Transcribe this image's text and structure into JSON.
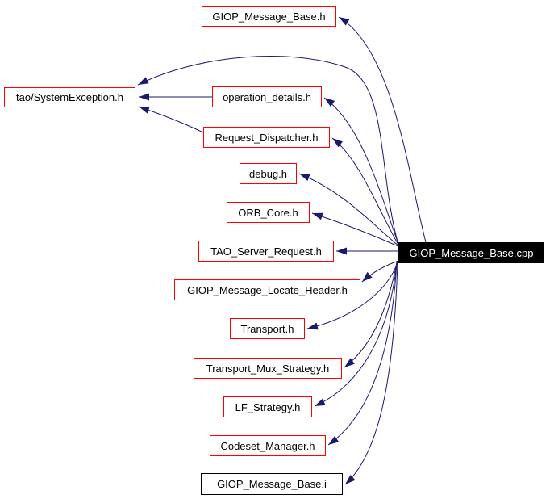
{
  "diagram": {
    "kind": "include-dependency-graph",
    "colors": {
      "background": "#ffffff",
      "edge": "#191970",
      "header_node_border": "#ff0000",
      "plain_node_border": "#000000",
      "main_node_background": "#000000",
      "main_node_text": "#ffffff",
      "node_background": "#ffffff",
      "node_text": "#000000"
    },
    "nodes": [
      {
        "id": "giop_message_base_h",
        "label": "GIOP_Message_Base.h",
        "kind": "red"
      },
      {
        "id": "tao_systemexception_h",
        "label": "tao/SystemException.h",
        "kind": "red"
      },
      {
        "id": "operation_details_h",
        "label": "operation_details.h",
        "kind": "red"
      },
      {
        "id": "request_dispatcher_h",
        "label": "Request_Dispatcher.h",
        "kind": "red"
      },
      {
        "id": "debug_h",
        "label": "debug.h",
        "kind": "red"
      },
      {
        "id": "orb_core_h",
        "label": "ORB_Core.h",
        "kind": "red"
      },
      {
        "id": "tao_server_request_h",
        "label": "TAO_Server_Request.h",
        "kind": "red"
      },
      {
        "id": "giop_message_locate_header_h",
        "label": "GIOP_Message_Locate_Header.h",
        "kind": "red"
      },
      {
        "id": "transport_h",
        "label": "Transport.h",
        "kind": "red"
      },
      {
        "id": "transport_mux_strategy_h",
        "label": "Transport_Mux_Strategy.h",
        "kind": "red"
      },
      {
        "id": "lf_strategy_h",
        "label": "LF_Strategy.h",
        "kind": "red"
      },
      {
        "id": "codeset_manager_h",
        "label": "Codeset_Manager.h",
        "kind": "red"
      },
      {
        "id": "giop_message_base_i",
        "label": "GIOP_Message_Base.i",
        "kind": "black"
      },
      {
        "id": "giop_message_base_cpp",
        "label": "GIOP_Message_Base.cpp",
        "kind": "main"
      }
    ],
    "edges": [
      {
        "from": "giop_message_base_cpp",
        "to": "giop_message_base_h"
      },
      {
        "from": "giop_message_base_cpp",
        "to": "tao_systemexception_h"
      },
      {
        "from": "operation_details_h",
        "to": "tao_systemexception_h"
      },
      {
        "from": "request_dispatcher_h",
        "to": "tao_systemexception_h"
      },
      {
        "from": "giop_message_base_cpp",
        "to": "operation_details_h"
      },
      {
        "from": "giop_message_base_cpp",
        "to": "request_dispatcher_h"
      },
      {
        "from": "giop_message_base_cpp",
        "to": "debug_h"
      },
      {
        "from": "giop_message_base_cpp",
        "to": "orb_core_h"
      },
      {
        "from": "giop_message_base_cpp",
        "to": "tao_server_request_h"
      },
      {
        "from": "giop_message_base_cpp",
        "to": "giop_message_locate_header_h"
      },
      {
        "from": "giop_message_base_cpp",
        "to": "transport_h"
      },
      {
        "from": "giop_message_base_cpp",
        "to": "transport_mux_strategy_h"
      },
      {
        "from": "giop_message_base_cpp",
        "to": "lf_strategy_h"
      },
      {
        "from": "giop_message_base_cpp",
        "to": "codeset_manager_h"
      },
      {
        "from": "giop_message_base_cpp",
        "to": "giop_message_base_i"
      }
    ]
  }
}
